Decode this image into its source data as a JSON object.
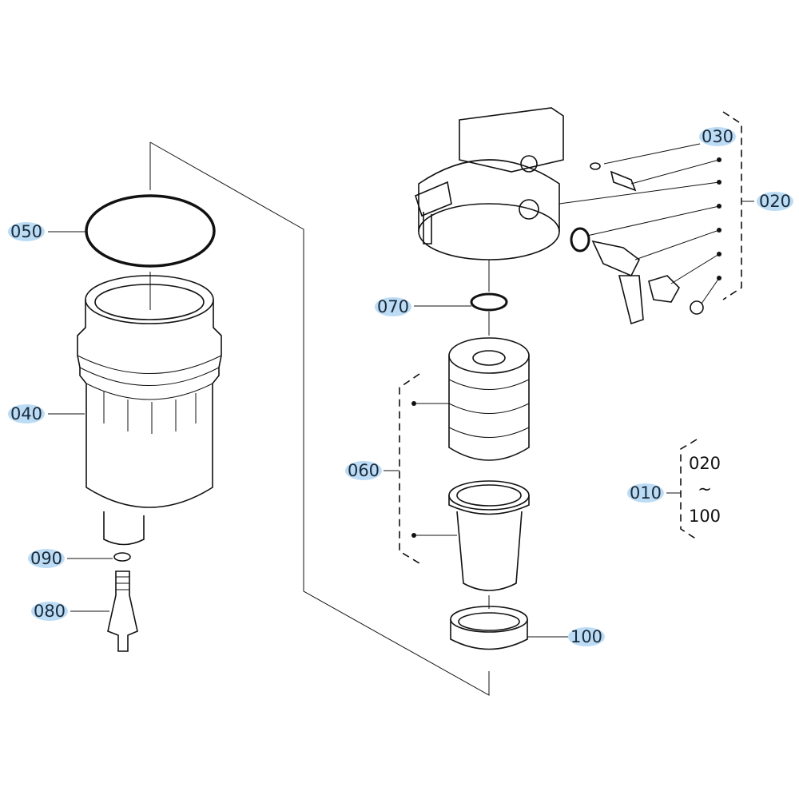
{
  "callouts": {
    "p010": "010",
    "p020": "020",
    "p030": "030",
    "p040": "040",
    "p050": "050",
    "p060": "060",
    "p070": "070",
    "p080": "080",
    "p090": "090",
    "p100": "100"
  },
  "assembly_range": {
    "from": "020",
    "separator": "~",
    "to": "100"
  },
  "colors": {
    "callout_highlight": "#bcdcf5",
    "line": "#111111"
  }
}
